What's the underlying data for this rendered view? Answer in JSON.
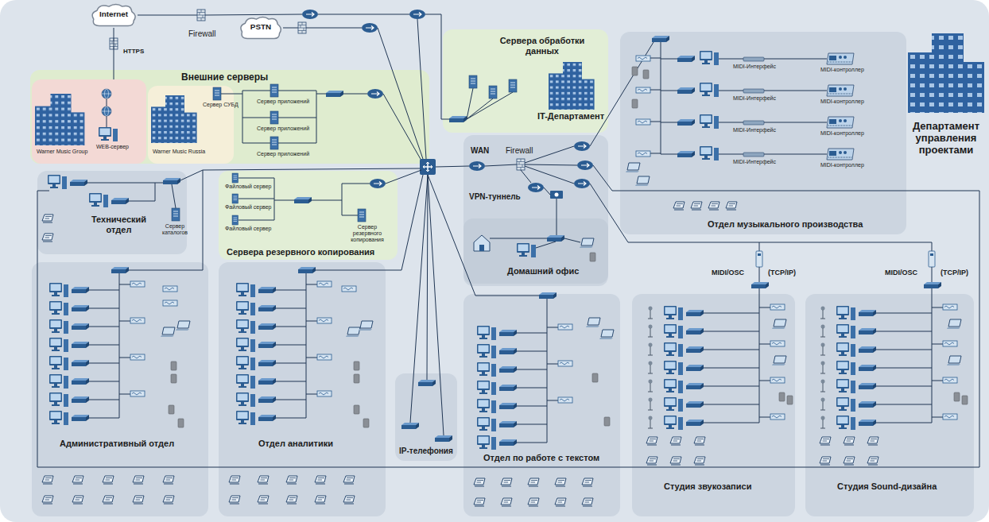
{
  "diagram": {
    "nodes": [
      {
        "text": [
          "Internet"
        ]
      },
      {
        "text": [
          "PSTN"
        ]
      },
      {
        "text": [
          "Внешние серверы"
        ]
      },
      {
        "text": [
          "Warner Music Group"
        ],
        "in": 2
      },
      {
        "text": [
          "Warner Music Russia"
        ],
        "in": 2
      },
      {
        "text": [
          "Сервера обработки данных"
        ]
      },
      {
        "text": [
          "Технический отдел"
        ]
      },
      {
        "text": [
          "Сервера резервного копирования"
        ]
      },
      {
        "text": [
          "Домашний офис"
        ]
      },
      {
        "text": [
          "Отдел музыкального производства"
        ]
      },
      {
        "text": [
          "Административный отдел"
        ]
      },
      {
        "text": [
          "Отдел аналитики"
        ]
      },
      {
        "text": [
          "IP-телефония"
        ]
      },
      {
        "text": [
          "Отдел по работе с текстом"
        ]
      },
      {
        "text": [
          "Студия звукозаписи"
        ]
      },
      {
        "text": [
          "Студия Sound-дизайна"
        ]
      }
    ],
    "edges": [
      {
        "from": 0,
        "to": 3,
        "label": "HTTPS",
        "arrow": "none"
      }
    ],
    "labels": [
      "Firewall",
      "WEB-сервер",
      "Сервер СУБД",
      "Сервер приложений",
      "Сервер приложений",
      "Сервер приложений",
      "IT-Департамент",
      "MIDI-Интерфейс",
      "MIDI-контроллер",
      "MIDI-Интерфейс",
      "MIDI-контроллер",
      "MIDI-Интерфейс",
      "MIDI-контроллер",
      "MIDI-Интерфейс",
      "MIDI-контроллер",
      "WAN",
      "Firewall",
      "VPN-туннель",
      "Департамент управления проектами",
      "Сервер каталогов",
      "Файловый сервер",
      "Файловый сервер",
      "Файловый сервер",
      "Сервер резервного копирования",
      "MIDI/OSC",
      "(TCP/IP)",
      "MIDI/OSC",
      "(TCP/IP)"
    ]
  }
}
